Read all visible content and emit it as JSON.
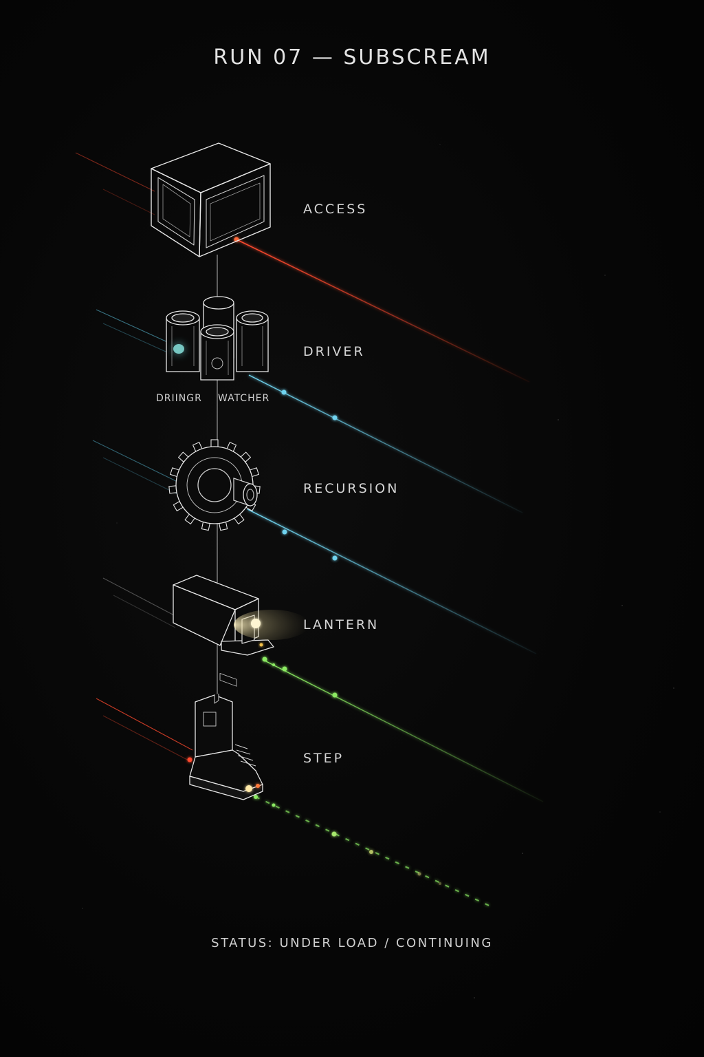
{
  "header": {
    "title": "RUN 07 — SUBSCREAM"
  },
  "stages": [
    {
      "id": "access",
      "label": "ACCESS",
      "icon": "cube-frame-icon",
      "beam_color": "#ff4a2e"
    },
    {
      "id": "driver",
      "label": "DRIVER",
      "icon": "canister-cluster-icon",
      "beam_color": "#5ec8e6",
      "sub_labels": {
        "left": "DRIINGR",
        "right": "WATCHER"
      }
    },
    {
      "id": "recursion",
      "label": "RECURSION",
      "icon": "gear-icon",
      "beam_color": "#5ec8e6"
    },
    {
      "id": "lantern",
      "label": "LANTERN",
      "icon": "lantern-projector-icon",
      "beam_color": "#7fe05a"
    },
    {
      "id": "step",
      "label": "STEP",
      "icon": "boot-icon",
      "beam_color": "#7fe05a"
    }
  ],
  "footer": {
    "status": "STATUS: UNDER LOAD / CONTINUING"
  },
  "colors": {
    "background": "#050505",
    "line": "#d8d8d8",
    "red": "#ff4a2e",
    "cyan": "#5ec8e6",
    "green": "#7fe05a",
    "warm_light": "#ffe9a8"
  }
}
